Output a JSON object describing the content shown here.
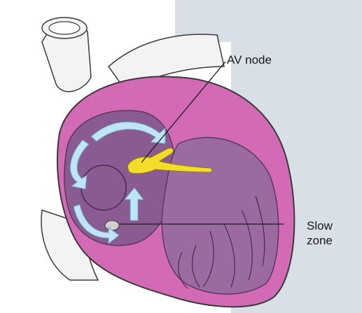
{
  "labels": {
    "av_node": "AV node",
    "slow_zone_line1": "Slow",
    "slow_zone_line2": "zone"
  },
  "colors": {
    "page_bg": "#d9dfe7",
    "myocardium": "#d36ab6",
    "myocardium_dark": "#a64a8d",
    "chamber": "#8a5a93",
    "chamber_light": "#9b6aa1",
    "vessel": "#f3f3f3",
    "av_node": "#f3dd2a",
    "arrows": "#bfe4f5",
    "outline": "#3a3a3a"
  }
}
